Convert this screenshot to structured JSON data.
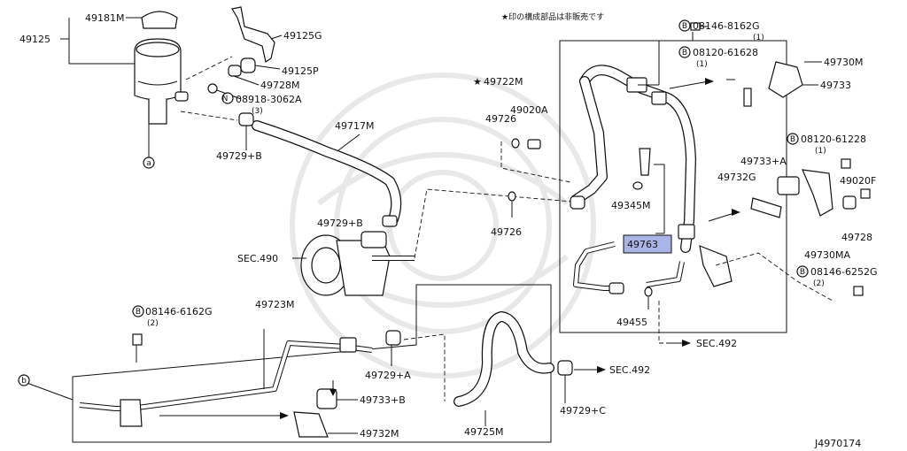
{
  "note": "★印の構成部品は非販売です",
  "diagram_id": "J4970174",
  "labels": {
    "p49181M": "49181M",
    "p49125": "49125",
    "p49125G": "49125G",
    "p49125P": "49125P",
    "p49728M": "49728M",
    "n08918": "08918-3062A",
    "n08918_qty": "(3)",
    "p49717M": "49717M",
    "p49729B_1": "49729+B",
    "p49729B_2": "49729+B",
    "sec490": "SEC.490",
    "p49722M": "49722M",
    "p49726_1": "49726",
    "p49726_2": "49726",
    "p49020A": "49020A",
    "p49345M": "49345M",
    "p49763": "49763",
    "p49455": "49455",
    "sec492_1": "SEC.492",
    "sec492_2": "SEC.492",
    "b08146_8162G": "08146-8162G",
    "b08146_8162G_qty": "(1)",
    "b08120_61628": "08120-61628",
    "b08120_61628_qty": "(1)",
    "p49730M": "49730M",
    "p49733": "49733",
    "b08120_61228": "08120-61228",
    "b08120_61228_qty": "(1)",
    "p49733A": "49733+A",
    "p49732G": "49732G",
    "p49020F": "49020F",
    "p49728": "49728",
    "p49730MA": "49730MA",
    "b08146_6252G": "08146-6252G",
    "b08146_6252G_qty": "(2)",
    "b08146_6162G": "08146-6162G",
    "b08146_6162G_qty": "(2)",
    "p49723M": "49723M",
    "p49729A": "49729+A",
    "p49733B": "49733+B",
    "p49732M": "49732M",
    "p49725M": "49725M",
    "p49729C": "49729+C",
    "ref_a": "a",
    "ref_b": "b",
    "mark_B": "B",
    "mark_N": "N",
    "star": "★"
  },
  "colors": {
    "highlight": "#aab4e6",
    "line": "#111111"
  }
}
